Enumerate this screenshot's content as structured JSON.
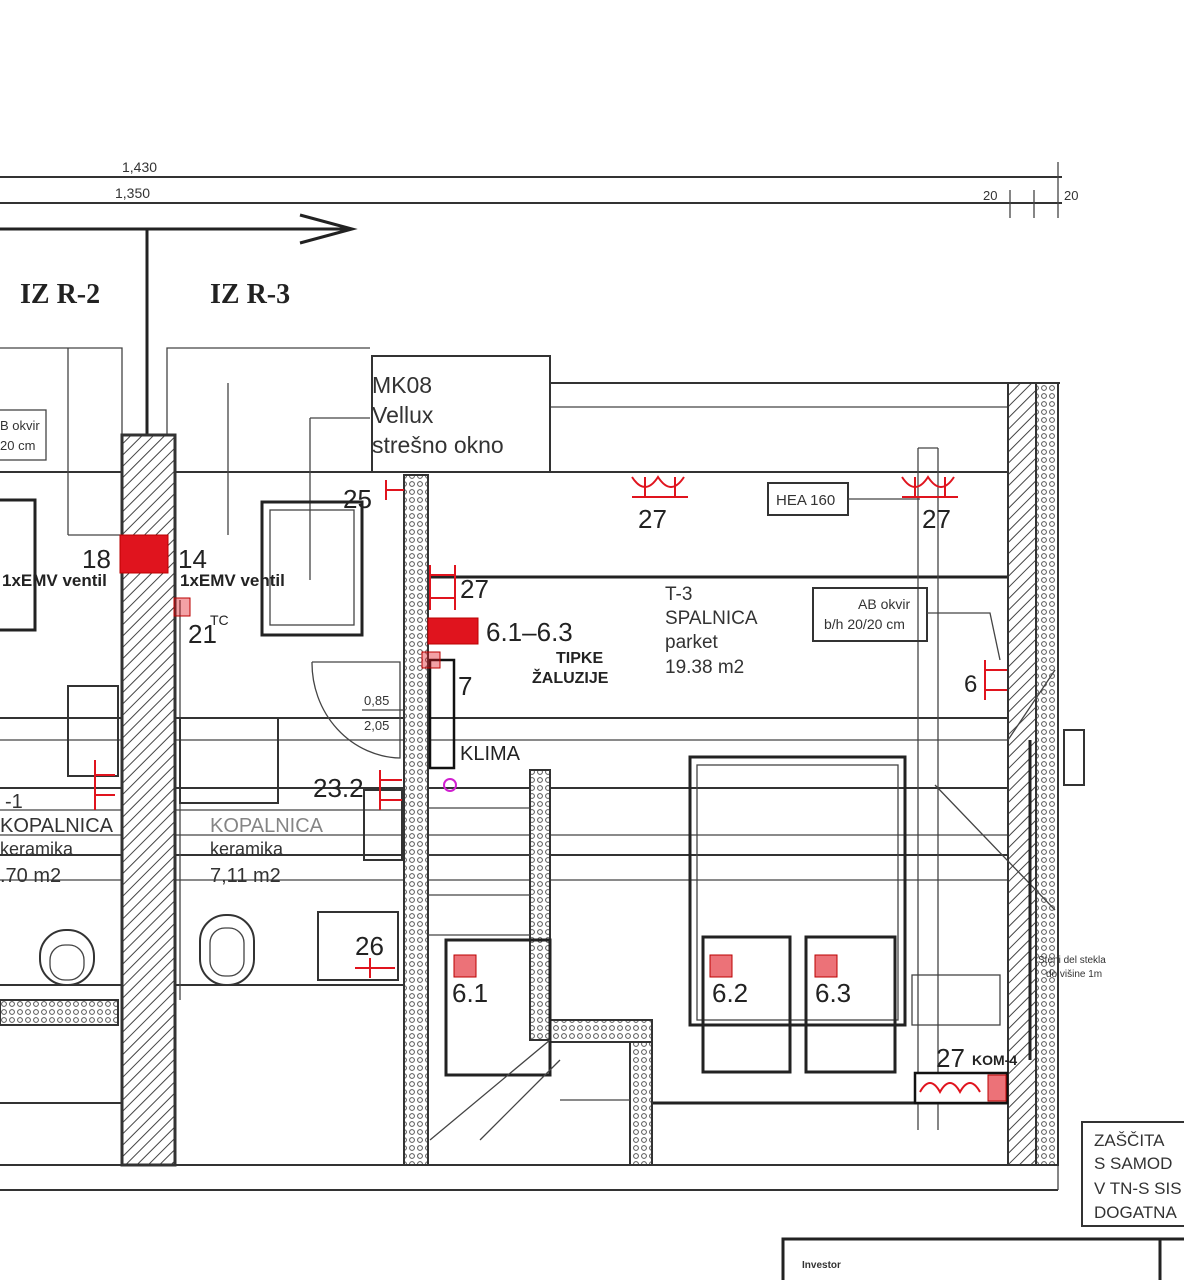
{
  "dimensions": {
    "overall": "1,430",
    "inner": "1,350",
    "right_a": "20",
    "right_b": "20"
  },
  "sections": {
    "left": "IZ R-2",
    "right": "IZ R-3"
  },
  "window_callout": {
    "line1": "MK08",
    "line2": "Vellux",
    "line3": "strešno okno"
  },
  "left_frame_callout": {
    "line1": "B okvir",
    "line2": "20 cm"
  },
  "right_frame_callout": {
    "line1": "AB okvir",
    "line2": "b/h 20/20 cm"
  },
  "beam_label": "HEA 160",
  "symbols": {
    "s25": "25",
    "s18": "18",
    "s14": "14",
    "emv1": "1xEMV ventil",
    "emv2": "1xEMV ventil",
    "s21": "21",
    "tc": "TC",
    "s27_wall": "27",
    "s27_top_a": "27",
    "s27_top_b": "27",
    "s61_63": "6.1–6.3",
    "tipke1": "TIPKE",
    "tipke2": "ŽALUZIJE",
    "s7": "7",
    "klima": "KLIMA",
    "s23_2": "23.2",
    "s26": "26",
    "s6": "6",
    "s6_1": "6.1",
    "s6_2": "6.2",
    "s6_3": "6.3",
    "s27_kom": "27",
    "kom4": "KOM-4"
  },
  "door": {
    "width": "0,85",
    "height": "2,05"
  },
  "rooms": [
    {
      "code": "-1",
      "name": "KOPALNICA",
      "floor": "keramika",
      "area": ".70 m2"
    },
    {
      "code": "",
      "name": "KOPALNICA",
      "floor": "keramika",
      "area": "7,11 m2"
    },
    {
      "code": "T-3",
      "name": "SPALNICA",
      "floor": "parket",
      "area": "19.38 m2"
    }
  ],
  "glass_note": {
    "line1": "Steni del stekla",
    "line2": "do višine 1m"
  },
  "protection_note": [
    "ZAŠČITA",
    "S SAMOD",
    "V TN-S SIS",
    "DOGATNA"
  ],
  "title_block": {
    "investor": "Investor"
  },
  "colors": {
    "electrical": "#e0141e",
    "klima": "#d020d0",
    "lines": "#333333"
  }
}
